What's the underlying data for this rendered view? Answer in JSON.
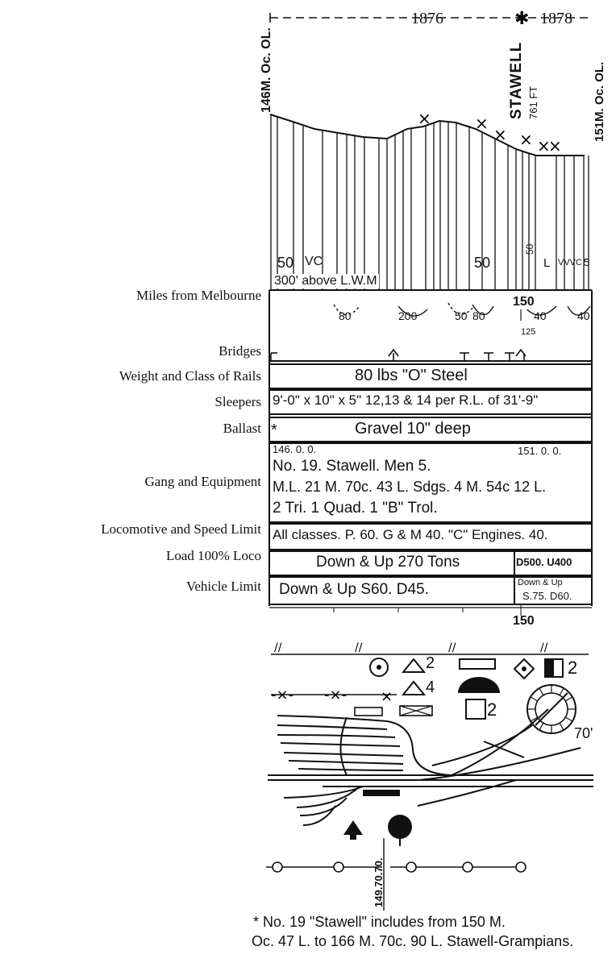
{
  "header": {
    "year_start": "1876",
    "year_end": "1878",
    "left_mileage": "146M. Oc. OL.",
    "right_mileage": "151M. Oc. OL.",
    "station": "STAWELL",
    "station_height": "761 FT"
  },
  "profile": {
    "gradient_left": "50",
    "gradient_left_vc": "VC",
    "gradient_mid": "50",
    "gradient_right_v": "50",
    "gradient_right": "L",
    "gradient_right_vc": "VVVC",
    "gradient_right_5": "5",
    "elevation_note": "300' above L.W.M"
  },
  "labels": {
    "miles": "Miles from Melbourne",
    "bridges": "Bridges",
    "rails": "Weight and Class of Rails",
    "sleepers": "Sleepers",
    "ballast": "Ballast",
    "gang": "Gang and Equipment",
    "loco": "Locomotive and Speed Limit",
    "load": "Load 100% Loco",
    "vehicle": "Vehicle Limit"
  },
  "curves": {
    "c1": "80",
    "c2": "200",
    "c3": "50",
    "c4": "80",
    "c5": "40",
    "c6": "40",
    "c7": "125"
  },
  "miles_marker": "150",
  "rows": {
    "rails": "80 lbs \"O\" Steel",
    "sleepers": "9'-0\" x 10\" x 5\" 12,13 & 14 per R.L. of 31'-9\"",
    "ballast_mark": "*",
    "ballast": "Gravel 10\" deep",
    "gang_start": "146. 0. 0.",
    "gang_end": "151. 0. 0.",
    "gang_line1": "No. 19. Stawell. Men 5.",
    "gang_line2": "M.L. 21 M. 70c. 43 L. Sdgs. 4 M. 54c 12 L.",
    "gang_line3": "2 Tri. 1 Quad. 1 \"B\" Trol.",
    "loco": "All classes. P. 60. G & M 40. \"C\" Engines. 40.",
    "load": "Down & Up 270 Tons",
    "load_right": "D500. U400",
    "vehicle": "Down & Up S60. D45.",
    "vehicle_right_1": "Down & Up",
    "vehicle_right_2": "S.75. D60."
  },
  "bottom_scale": "150",
  "plan": {
    "tri_count": "2",
    "quad_count": "4",
    "square_count": "2",
    "half_square_count": "2",
    "turntable": "70'",
    "mileage_vertical": "149.70.70."
  },
  "footnote": {
    "line1": "* No. 19 \"Stawell\" includes from 150 M.",
    "line2": "Oc. 47 L. to 166 M. 70c. 90 L. Stawell-Grampians."
  }
}
